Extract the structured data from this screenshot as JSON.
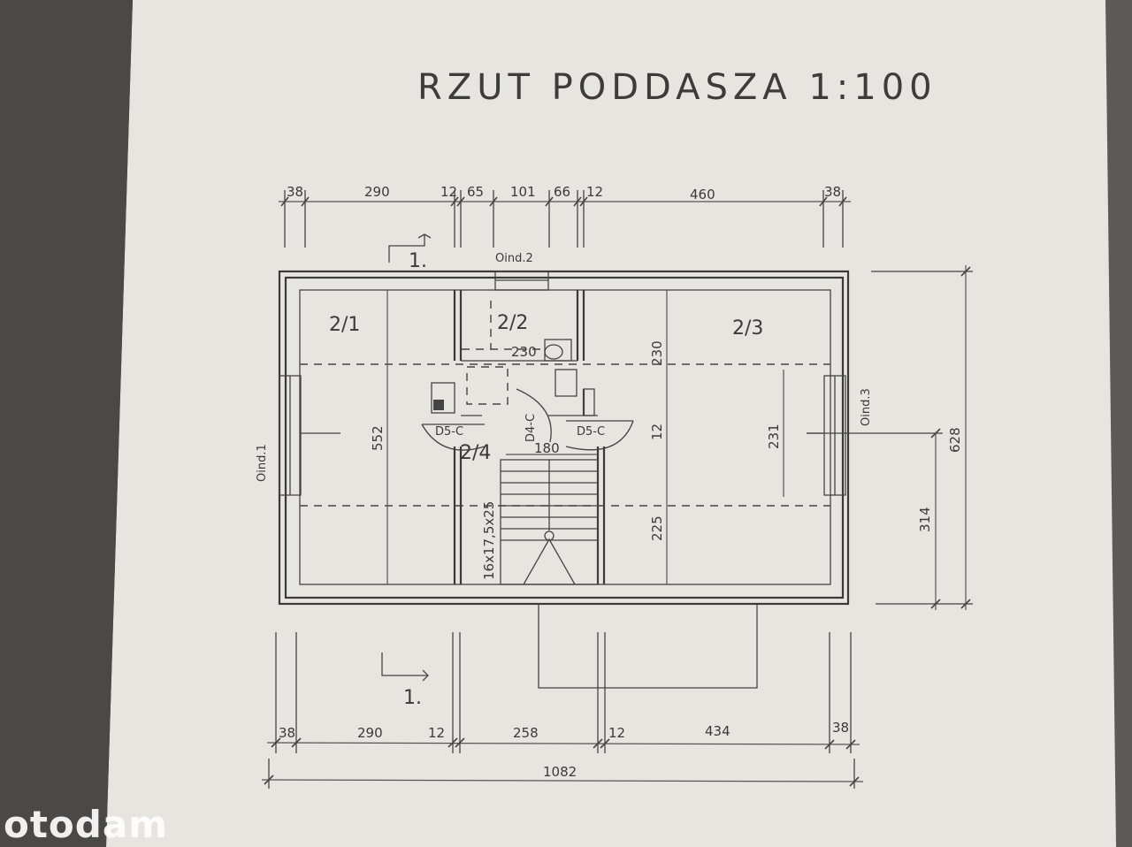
{
  "title": "RZUT PODDASZA 1:100",
  "watermark": "otodam",
  "section_marker": "1.",
  "top_dimensions": [
    "38",
    "290",
    "12",
    "65",
    "101",
    "66",
    "12",
    "460",
    "38"
  ],
  "bottom_dimensions": [
    "38",
    "290",
    "12",
    "258",
    "12",
    "434",
    "38"
  ],
  "overall_width": "1082",
  "right_dimensions": [
    "628",
    "314"
  ],
  "rooms": {
    "r1": "2/1",
    "r2": "2/2",
    "r3": "2/3",
    "r4": "2/4"
  },
  "window_labels": {
    "w1": "Oind.1",
    "w2": "Oind.2",
    "w3": "Oind.3"
  },
  "door_labels": {
    "d_left": "D5-C",
    "d_right": "D5-C",
    "d_center": "D4-C"
  },
  "inner_dimensions": {
    "left_height": "552",
    "bath_width": "230",
    "room3_upper": "230",
    "room3_mid": "12",
    "room3_lower": "225",
    "room3_window_zone": "231",
    "hall_width": "180",
    "stairs": "16x17,5x25"
  },
  "colors": {
    "paper": "#e7e6e1",
    "ink": "#3a3a3a",
    "background": "#5b5a58"
  }
}
